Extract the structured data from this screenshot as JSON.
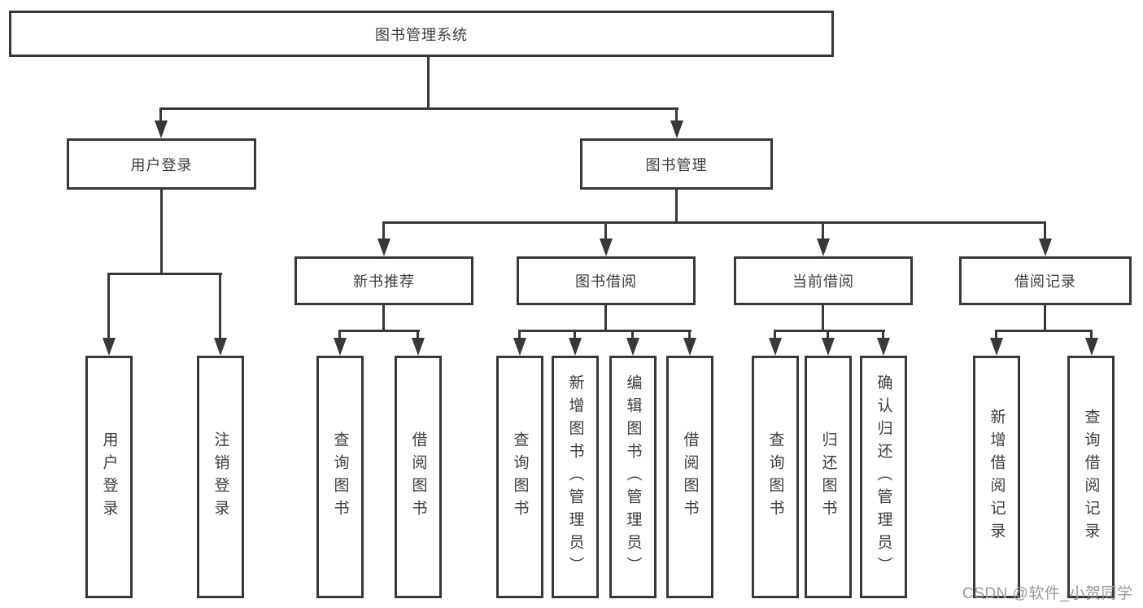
{
  "diagram": {
    "style": {
      "line_color": "#383838",
      "border_color": "#383838",
      "text_color": "#3d3d3d",
      "background": "#ffffff"
    },
    "root": {
      "label": "图书管理系统"
    },
    "level2": {
      "user_login": {
        "label": "用户登录"
      },
      "book_mgmt": {
        "label": "图书管理"
      }
    },
    "level3": {
      "new_book": {
        "label": "新书推荐"
      },
      "book_borrow": {
        "label": "图书借阅"
      },
      "current_borrow": {
        "label": "当前借阅"
      },
      "borrow_record": {
        "label": "借阅记录"
      }
    },
    "leaves": {
      "user_login_leaf": {
        "label": "用户登录"
      },
      "logout_leaf": {
        "label": "注销登录"
      },
      "nb_query": {
        "label": "查询图书"
      },
      "nb_borrow": {
        "label": "借阅图书"
      },
      "bb_query": {
        "label": "查询图书"
      },
      "bb_add": {
        "label": "新增图书（管理员）"
      },
      "bb_edit": {
        "label": "编辑图书（管理员）"
      },
      "bb_borrow": {
        "label": "借阅图书"
      },
      "cb_query": {
        "label": "查询图书"
      },
      "cb_return": {
        "label": "归还图书"
      },
      "cb_confirm": {
        "label": "确认归还（管理员）"
      },
      "br_add": {
        "label": "新增借阅记录"
      },
      "br_query": {
        "label": "查询借阅记录"
      }
    },
    "watermark": {
      "text": "CSDN @软件_小贺同学",
      "color": "#9b9b9b"
    }
  }
}
